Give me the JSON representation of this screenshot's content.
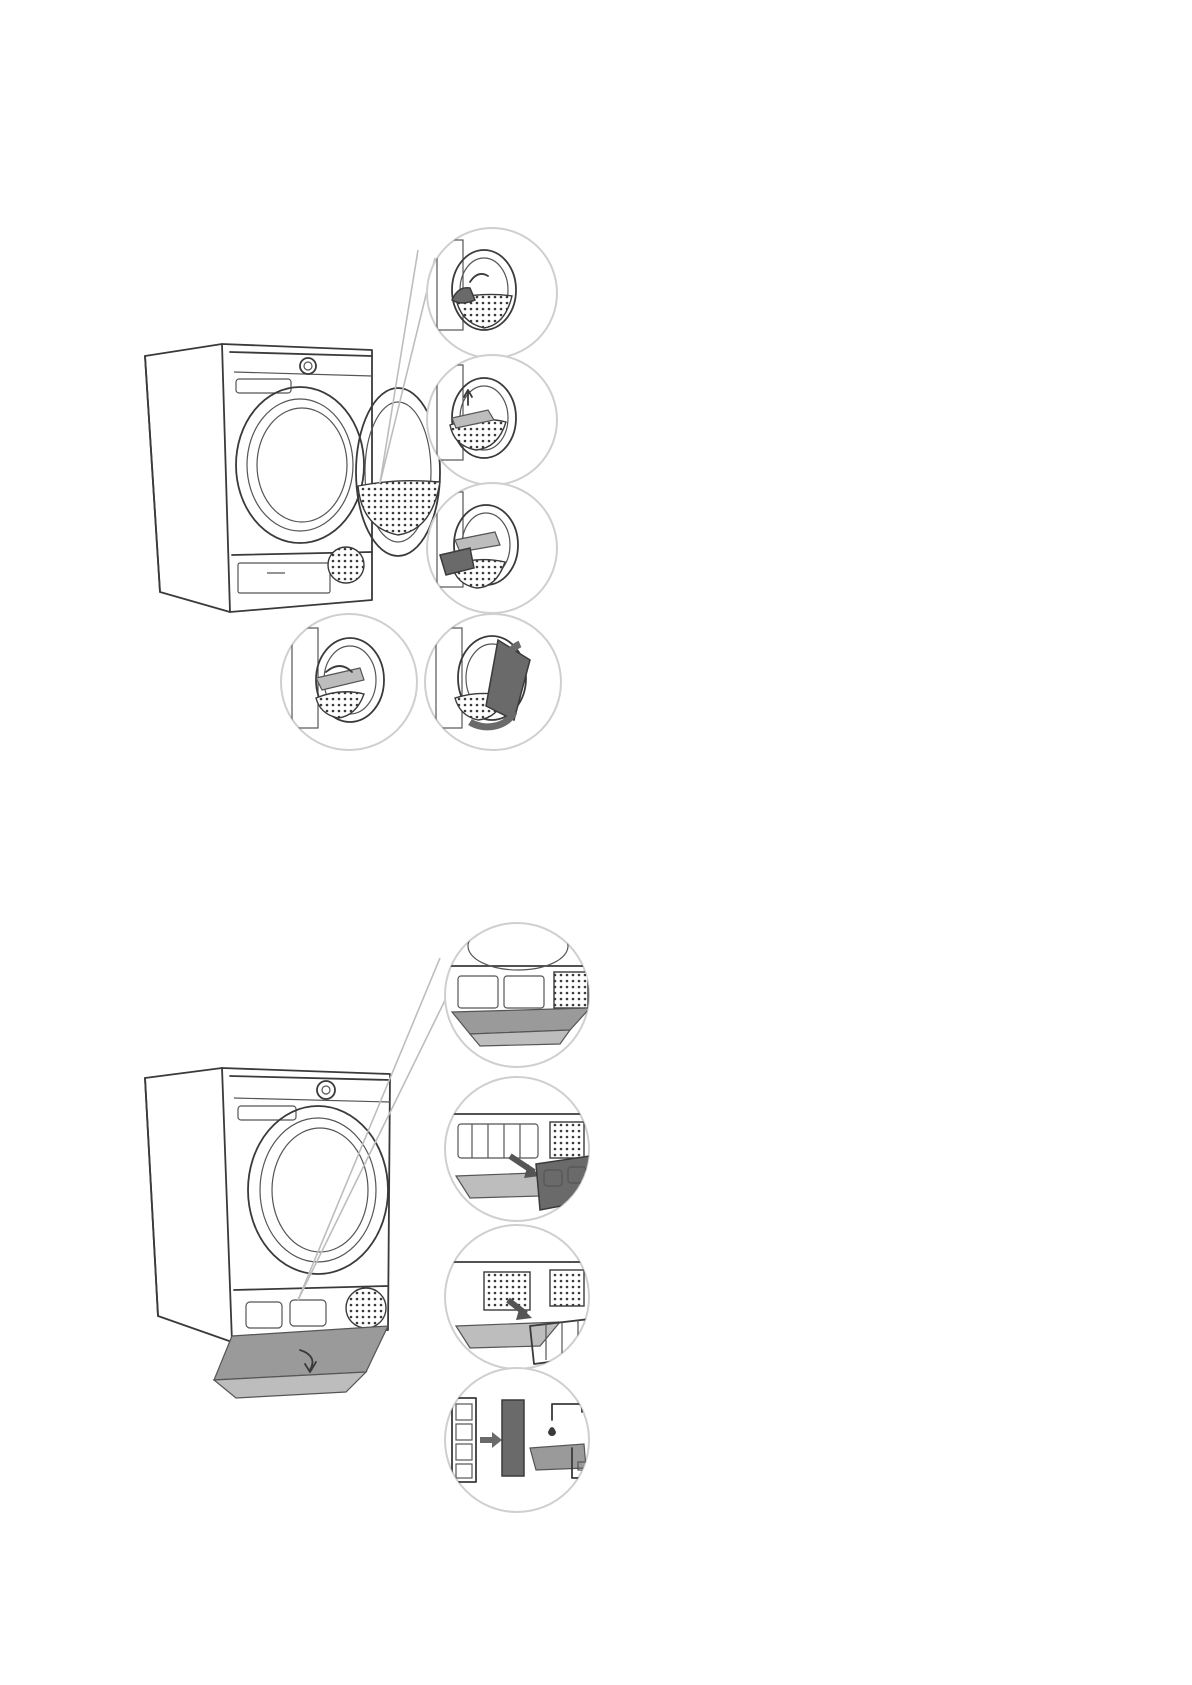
{
  "figure": {
    "kind": "dryer-maintenance-illustration",
    "panels": [
      "door-filter-cleaning",
      "condenser-filter-cleaning"
    ],
    "colors": {
      "line": "#3a3a3a",
      "accent_dark": "#6a6a6a",
      "accent_grey": "#9a9a9a",
      "ring": "#cfcfcf",
      "background": "#ffffff"
    },
    "top_panel_steps": 5,
    "bottom_panel_steps": 4
  }
}
